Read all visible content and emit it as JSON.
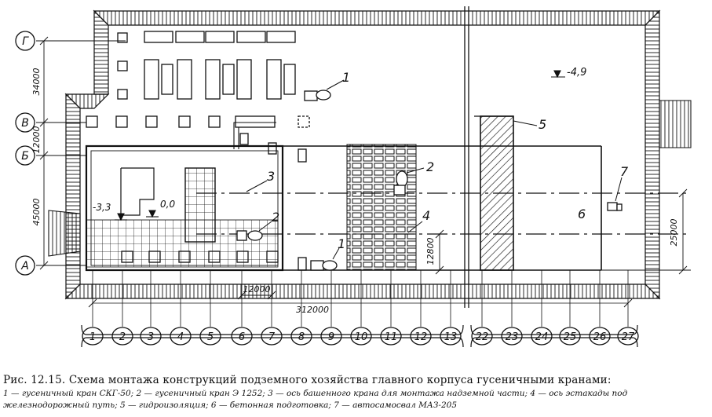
{
  "figure": {
    "caption_title": "Рис. 12.15. Схема монтажа конструкций подземного хозяйства главного корпуса гусеничными кранами:",
    "caption_legend": "1 — гусеничный кран СКГ-50; 2 — гусеничный кран Э 1252; 3 — ось башенного крана для монтажа надземной части; 4 — ось эстакады под железнодорожный путь; 5 — гидроизоляция; 6 — бетонная подготовка; 7 — автосамосвал МАЗ-205"
  },
  "axes": {
    "rows": [
      "Г",
      "В",
      "Б",
      "А"
    ],
    "columns": [
      "1",
      "2",
      "3",
      "4",
      "5",
      "6",
      "7",
      "8",
      "9",
      "10",
      "11",
      "12",
      "13",
      "22",
      "23",
      "24",
      "25",
      "26",
      "27"
    ]
  },
  "dimensions": {
    "d_34000": "34000",
    "d_12000_v": "12000",
    "d_45000": "45000",
    "d_12000_h": "12000",
    "d_312000": "312000",
    "d_12800": "12800",
    "d_25000": "25000"
  },
  "elevations": {
    "e1": "-4,9",
    "e2": "-3,3",
    "e3": "0,0"
  },
  "callouts": {
    "c1a": "1",
    "c1b": "1",
    "c2a": "2",
    "c2b": "2",
    "c3": "3",
    "c4": "4",
    "c5": "5",
    "c6": "6",
    "c7": "7"
  }
}
